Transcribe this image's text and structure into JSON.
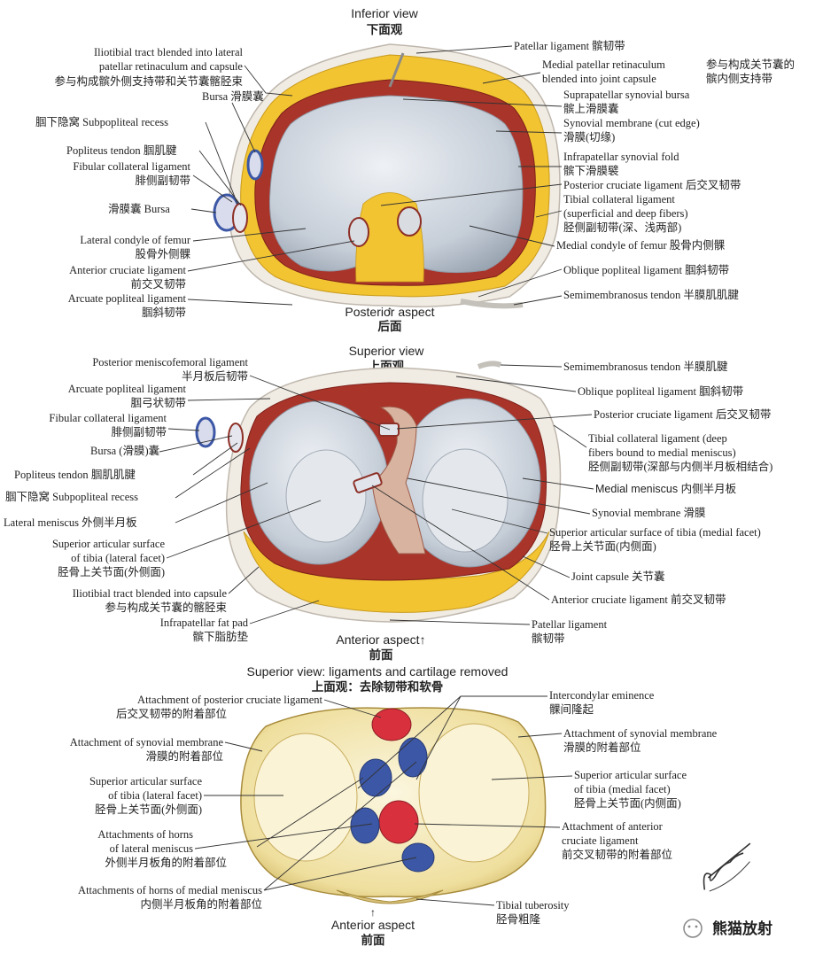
{
  "panels": {
    "inferior": {
      "title_en": "Inferior view",
      "title_cn": "下面观",
      "bottom_en": "Posterior aspect",
      "bottom_cn": "后面",
      "labels_left": [
        {
          "en": "Iliotibial tract blended into lateral",
          "en2": "patellar retinaculum and capsule",
          "cn": "参与构成髌外侧支持带和关节囊髂胫束"
        },
        {
          "en": "Bursa",
          "cn": "滑膜囊"
        },
        {
          "en": "Subpopliteal recess",
          "cn": "腘下隐窝"
        },
        {
          "en": "Popliteus tendon",
          "cn": "腘肌腱"
        },
        {
          "en": "Fibular collateral ligament",
          "cn": "腓侧副韧带"
        },
        {
          "en": "Bursa",
          "cn": "滑膜囊"
        },
        {
          "en": "Lateral condyle of femur",
          "cn": "股骨外侧髁"
        },
        {
          "en": "Anterior cruciate ligament",
          "cn": "前交叉韧带"
        },
        {
          "en": "Arcuate popliteal ligament",
          "cn": "腘斜韧带"
        }
      ],
      "labels_right": [
        {
          "en": "Patellar ligament",
          "cn": "髌韧带"
        },
        {
          "en": "Medial patellar retinaculum",
          "en2": "blended into joint capsule",
          "cn": "参与构成关节囊的",
          "cn2": "髌内侧支持带"
        },
        {
          "en": "Suprapatellar synovial bursa",
          "cn": "髌上滑膜囊"
        },
        {
          "en": "Synovial membrane (cut edge)",
          "cn": "滑膜(切缘)"
        },
        {
          "en": "Infrapatellar synovial fold",
          "cn": "髌下滑膜襞"
        },
        {
          "en": "Posterior cruciate ligament",
          "cn": "后交叉韧带"
        },
        {
          "en": "Tibial collateral ligament",
          "en2": "(superficial and deep fibers)",
          "cn": "胫侧副韧带(深、浅两部)"
        },
        {
          "en": "Medial condyle of femur",
          "cn": "股骨内侧髁"
        },
        {
          "en": "Oblique popliteal ligament",
          "cn": "腘斜韧带"
        },
        {
          "en": "Semimembranosus tendon",
          "cn": "半膜肌肌腱"
        }
      ]
    },
    "superior": {
      "title_en": "Superior view",
      "title_cn": "上面观",
      "bottom_en": "Anterior aspect",
      "bottom_cn": "前面",
      "labels_left": [
        {
          "en": "Posterior meniscofemoral ligament",
          "cn": "半月板后韧带"
        },
        {
          "en": "Arcuate popliteal ligament",
          "cn": "腘弓状韧带"
        },
        {
          "en": "Fibular collateral ligament",
          "cn": "腓侧副韧带"
        },
        {
          "en": "Bursa",
          "cn": "(滑膜)囊"
        },
        {
          "en": "Popliteus tendon",
          "cn": "腘肌肌腱"
        },
        {
          "en": "Subpopliteal recess",
          "cn": "腘下隐窝"
        },
        {
          "en": "Lateral meniscus",
          "cn": "外侧半月板"
        },
        {
          "en": "Superior articular surface",
          "en2": "of tibia (lateral facet)",
          "cn": "胫骨上关节面(外侧面)"
        },
        {
          "en": "Iliotibial tract blended into capsule",
          "cn": "参与构成关节囊的髂胫束"
        },
        {
          "en": "Infrapatellar fat pad",
          "cn": "髌下脂肪垫"
        }
      ],
      "labels_right": [
        {
          "en": "Semimembranosus tendon",
          "cn": "半膜肌腱"
        },
        {
          "en": "Oblique popliteal ligament",
          "cn": "腘斜韧带"
        },
        {
          "en": "Posterior cruciate ligament",
          "cn": "后交叉韧带"
        },
        {
          "en": "Tibial collateral ligament (deep",
          "en2": "fibers bound to medial meniscus)",
          "cn": "胫侧副韧带(深部与内侧半月板相结合)"
        },
        {
          "en": "Medial meniscus",
          "cn": "内侧半月板"
        },
        {
          "en": "Synovial membrane",
          "cn": "滑膜"
        },
        {
          "en": "Superior articular surface of tibia (medial facet)",
          "cn": "胫骨上关节面(内侧面)"
        },
        {
          "en": "Joint capsule",
          "cn": "关节囊"
        },
        {
          "en": "Anterior cruciate ligament",
          "cn": "前交叉韧带"
        },
        {
          "en": "Patellar ligament",
          "cn": "髌韧带"
        }
      ]
    },
    "removed": {
      "title_en": "Superior view: ligaments and cartilage removed",
      "title_cn": "上面观：去除韧带和软骨",
      "bottom_en": "Anterior aspect",
      "bottom_cn": "前面",
      "labels_left": [
        {
          "en": "Attachment of posterior cruciate ligament",
          "cn": "后交叉韧带的附着部位"
        },
        {
          "en": "Attachment of synovial membrane",
          "cn": "滑膜的附着部位"
        },
        {
          "en": "Superior articular surface",
          "en2": "of tibia (lateral facet)",
          "cn": "胫骨上关节面(外侧面)"
        },
        {
          "en": "Attachments of horns",
          "en2": "of lateral meniscus",
          "cn": "外侧半月板角的附着部位"
        },
        {
          "en": "Attachments of horns of medial meniscus",
          "cn": "内侧半月板角的附着部位"
        }
      ],
      "labels_right": [
        {
          "en": "Intercondylar eminence",
          "cn": "髁间隆起"
        },
        {
          "en": "Attachment of synovial membrane",
          "cn": "滑膜的附着部位"
        },
        {
          "en": "Superior articular surface",
          "en2": "of tibia (medial facet)",
          "cn": "胫骨上关节面(内侧面)"
        },
        {
          "en": "Attachment of anterior",
          "en2": "cruciate ligament",
          "cn": "前交叉韧带的附着部位"
        },
        {
          "en": "Tibial tuberosity",
          "cn": "胫骨粗隆"
        }
      ]
    }
  },
  "signature": "F. Netter",
  "watermark": "熊猫放射",
  "colors": {
    "fat": "#f2c431",
    "capsule": "#a9342a",
    "cartilage": "#cfd6df",
    "bone": "#f4e8b5",
    "blue": "#3c57a6",
    "red": "#d8303c"
  }
}
